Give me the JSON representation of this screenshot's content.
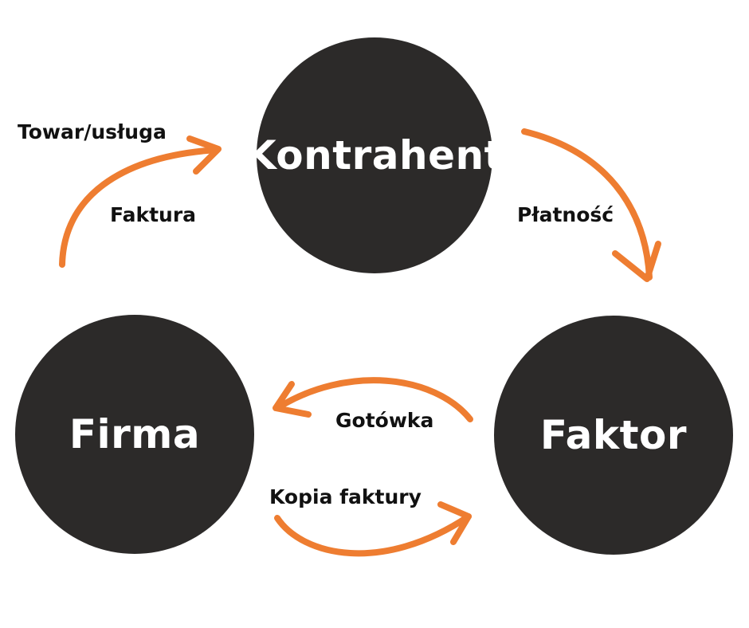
{
  "nodes": {
    "kontrahent": "Kontrahent",
    "firma": "Firma",
    "faktor": "Faktor"
  },
  "edges": {
    "towar_usluga": "Towar/usługa",
    "faktura": "Faktura",
    "platnosc": "Płatność",
    "gotowka": "Gotówka",
    "kopia_faktury": "Kopia faktury"
  },
  "colors": {
    "node_fill": "#2c2a29",
    "arrow": "#ee7d31",
    "node_text": "#ffffff",
    "edge_text": "#111111"
  }
}
